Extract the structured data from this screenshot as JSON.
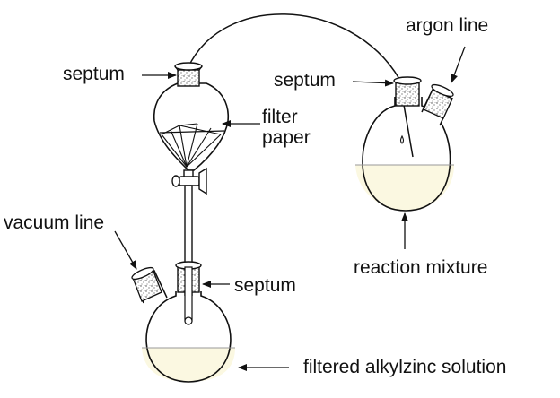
{
  "labels": {
    "septum_top_left": "septum",
    "septum_right": "septum",
    "septum_bottom": "septum",
    "argon_line": "argon line",
    "filter_paper_line1": "filter",
    "filter_paper_line2": "paper",
    "vacuum_line": "vacuum line",
    "reaction_mixture": "reaction mixture",
    "filtered_solution": "filtered alkylzinc solution"
  },
  "colors": {
    "liquid": "#fbf8e1",
    "glass_line": "#111111",
    "septum_fill": "#ffffff",
    "septum_speckle": "#444444"
  }
}
